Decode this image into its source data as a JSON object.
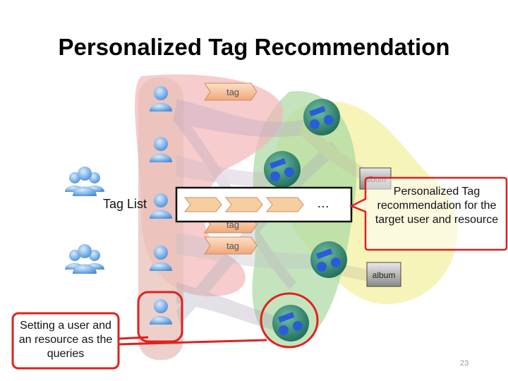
{
  "title": "Personalized Tag Recommendation",
  "tag_list_label": "Tag List",
  "tag_list_ellipsis": "…",
  "tag_chip_text": "tag",
  "album_chip_text": "album",
  "callout_right": "Personalized Tag recommendation for the target user and resource",
  "callout_left": "Setting a user and an resource as the queries",
  "page_number": "23",
  "colors": {
    "user_band": "#e8c0b8",
    "tag_band": "#f2b6b6",
    "music_band": "#a9d9a0",
    "album_band": "#f3f0a0",
    "callout_border": "#e02020",
    "arrow_fill": "#f6cfa0"
  },
  "icons": [
    "user-icon",
    "group-icon",
    "music-note-icon",
    "tag-chip",
    "album-chip"
  ]
}
